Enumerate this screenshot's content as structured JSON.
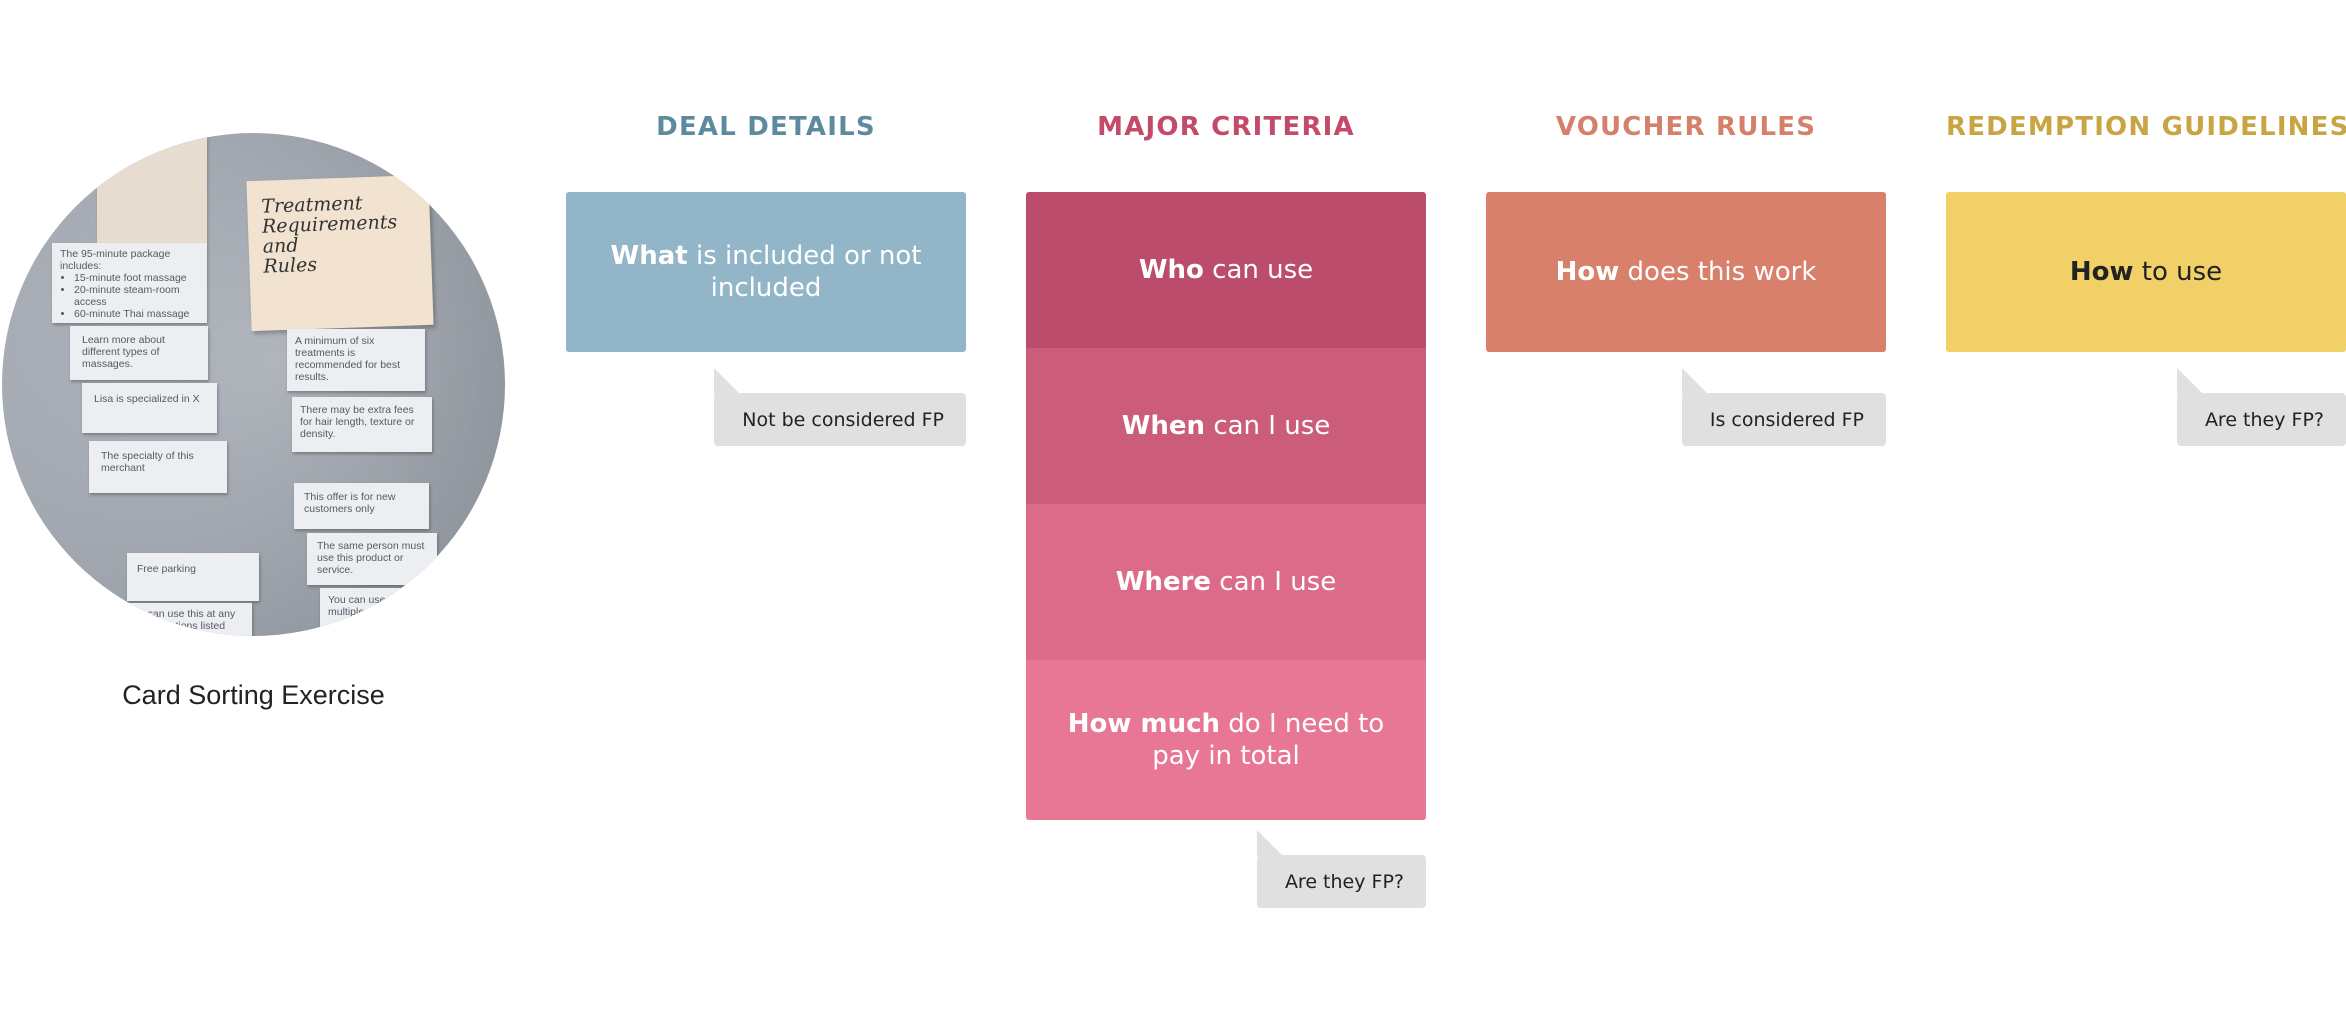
{
  "photo": {
    "sticky_note": "Treatment\n Requirements\n and\n  Rules",
    "papers": [
      {
        "intro": "The 95-minute package includes:",
        "bullets": [
          "15-minute foot massage",
          "20-minute steam-room access",
          "60-minute Thai massage"
        ]
      },
      {
        "text": "Learn more about different types of massages."
      },
      {
        "text": "Lisa is specialized in X"
      },
      {
        "text": "The specialty of this merchant"
      },
      {
        "text": "Free parking"
      },
      {
        "text": "You can use this at any of the locations listed"
      },
      {
        "text": "A minimum of six treatments is recommended for best results."
      },
      {
        "text": "There may be extra fees for hair length, texture or density."
      },
      {
        "text": "This offer is for new customers only"
      },
      {
        "text": "The same person must use this product or service."
      },
      {
        "text": "You can use this for multiple visits"
      }
    ]
  },
  "caption": "Card Sorting Exercise",
  "colors": {
    "deal_details": "#5e8a9e",
    "major_criteria": "#c44a6a",
    "voucher_rules": "#d5806a",
    "redemption_guidelines": "#c8a542",
    "callout_bg": "#e0e0e0"
  },
  "columns": [
    {
      "title": "DEAL DETAILS",
      "cards": [
        {
          "keyword": "What",
          "rest": " is included or not included",
          "color": "#93b5c8"
        }
      ],
      "callout": "Not be considered FP"
    },
    {
      "title": "MAJOR CRITERIA",
      "cards": [
        {
          "keyword": "Who",
          "rest": " can use",
          "color": "#bc4c6b"
        },
        {
          "keyword": "When",
          "rest": " can I use",
          "color": "#cb5c7a"
        },
        {
          "keyword": "Where",
          "rest": " can I use",
          "color": "#dc6b89"
        },
        {
          "keyword": "How much",
          "rest": " do I need to pay in total",
          "color": "#e77794"
        }
      ],
      "callout": "Are they FP?"
    },
    {
      "title": "VOUCHER RULES",
      "cards": [
        {
          "keyword": "How",
          "rest": " does this work",
          "color": "#d8806b"
        }
      ],
      "callout": "Is considered FP"
    },
    {
      "title": "REDEMPTION GUIDELINES",
      "cards": [
        {
          "keyword": "How",
          "rest": " to use",
          "color": "#f0d067",
          "dark_text": true
        }
      ],
      "callout": "Are they FP?"
    }
  ]
}
